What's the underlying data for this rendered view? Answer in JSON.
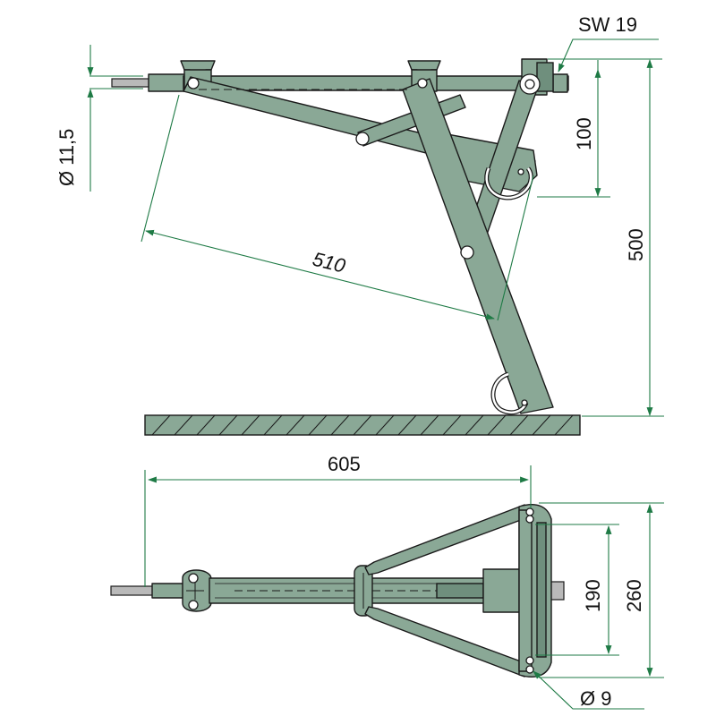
{
  "labels": {
    "wrench_size": "SW 19",
    "rod_diameter": "Ø 11,5",
    "top_to_bracket": "100",
    "arm_length": "510",
    "total_height": "500",
    "total_length": "605",
    "inner_width": "190",
    "outer_width": "260",
    "hole_diameter": "Ø 9"
  },
  "colors": {
    "part_fill": "#8aa896",
    "dimension_line": "#1e7a45",
    "outline": "#1a1a1a"
  }
}
